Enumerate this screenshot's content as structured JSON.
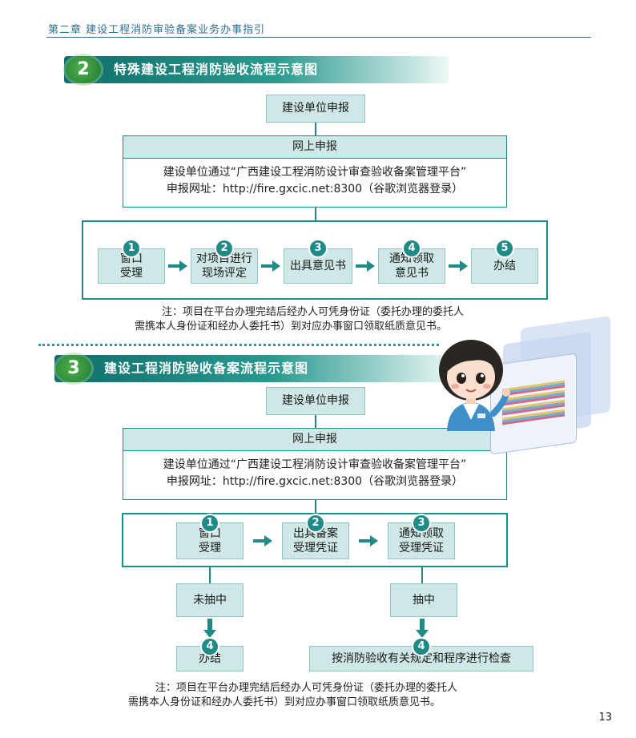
{
  "header": {
    "title": "第二章  建设工程消防审验备案业务办事指引"
  },
  "section2": {
    "number": "2",
    "title": "特殊建设工程消防验收流程示意图",
    "apply": "建设单位申报",
    "online_title": "网上申报",
    "online_line1": "建设单位通过“广西建设工程消防设计审查验收备案管理平台”",
    "online_line2": "申报网址：http://fire.gxcic.net:8300（谷歌浏览器登录）",
    "steps": [
      {
        "num": "1",
        "line1": "窗口",
        "line2": "受理"
      },
      {
        "num": "2",
        "line1": "对项目进行",
        "line2": "现场评定"
      },
      {
        "num": "3",
        "line1": "出具意见书",
        "line2": ""
      },
      {
        "num": "4",
        "line1": "通知领取",
        "line2": "意见书"
      },
      {
        "num": "5",
        "line1": "办结",
        "line2": ""
      }
    ],
    "note_line1": "注：项目在平台办理完结后经办人可凭身份证（委托办理的委托人",
    "note_line2": "需携本人身份证和经办人委托书）到对应办事窗口领取纸质意见书。"
  },
  "section3": {
    "number": "3",
    "title": "建设工程消防验收备案流程示意图",
    "apply": "建设单位申报",
    "online_title": "网上申报",
    "online_line1": "建设单位通过“广西建设工程消防设计审查验收备案管理平台”",
    "online_line2": "申报网址：http://fire.gxcic.net:8300（谷歌浏览器登录）",
    "steps": [
      {
        "num": "1",
        "line1": "窗口",
        "line2": "受理"
      },
      {
        "num": "2",
        "line1": "出具备案",
        "line2": "受理凭证"
      },
      {
        "num": "3",
        "line1": "通知领取",
        "line2": "受理凭证"
      }
    ],
    "not_selected": "未抽中",
    "selected": "抽中",
    "end_num_left": "4",
    "end_left": "办结",
    "end_num_right": "4",
    "end_right": "按消防验收有关规定和程序进行检查",
    "note_line1": "注：项目在平台办理完结后经办人可凭身份证（委托办理的委托人",
    "note_line2": "需携本人身份证和经办人委托书）到对应办事窗口领取纸质意见书。"
  },
  "page_number": "13",
  "colors": {
    "teal": "#1f8a86",
    "box_fill": "#cfe7e6",
    "banner": "#0f6d6b"
  }
}
